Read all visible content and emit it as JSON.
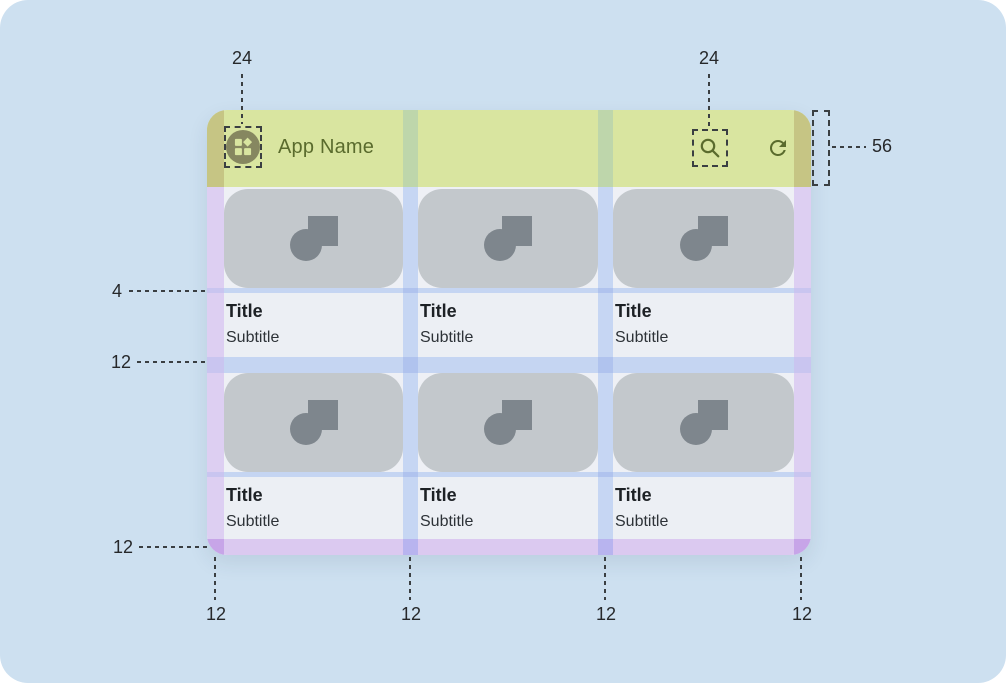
{
  "app": {
    "appbar": {
      "title": "App Name",
      "icons": {
        "leading": "dashboard-icon",
        "search": "search-icon",
        "refresh": "refresh-icon"
      }
    },
    "cards": [
      {
        "title": "Title",
        "subtitle": "Subtitle",
        "image_icon": "shapes-placeholder-icon"
      },
      {
        "title": "Title",
        "subtitle": "Subtitle",
        "image_icon": "shapes-placeholder-icon"
      },
      {
        "title": "Title",
        "subtitle": "Subtitle",
        "image_icon": "shapes-placeholder-icon"
      },
      {
        "title": "Title",
        "subtitle": "Subtitle",
        "image_icon": "shapes-placeholder-icon"
      },
      {
        "title": "Title",
        "subtitle": "Subtitle",
        "image_icon": "shapes-placeholder-icon"
      },
      {
        "title": "Title",
        "subtitle": "Subtitle",
        "image_icon": "shapes-placeholder-icon"
      }
    ]
  },
  "annotations": {
    "leading_icon_size": "24",
    "search_icon_size": "24",
    "appbar_height": "56",
    "text_gap": "4",
    "row_gutter": "12",
    "bottom_margin": "12",
    "bottom_labels": [
      "12",
      "12",
      "12",
      "12"
    ]
  },
  "colors": {
    "canvas": "#cde0f0",
    "appbar": "#d9e5a0",
    "appbar_accent": "#5a6b2d",
    "content_background": "#eef0f5",
    "card_placeholder": "#c3c8cc",
    "glyph_gray": "#7e868d",
    "margin_overlay": "#ddcff2",
    "gutter_overlay": "#c6d6f3",
    "band_overlay": "#c5d5f2",
    "bottom_margin_overlay": "#dbc9f0",
    "annotation_ink": "#3a3f42"
  }
}
